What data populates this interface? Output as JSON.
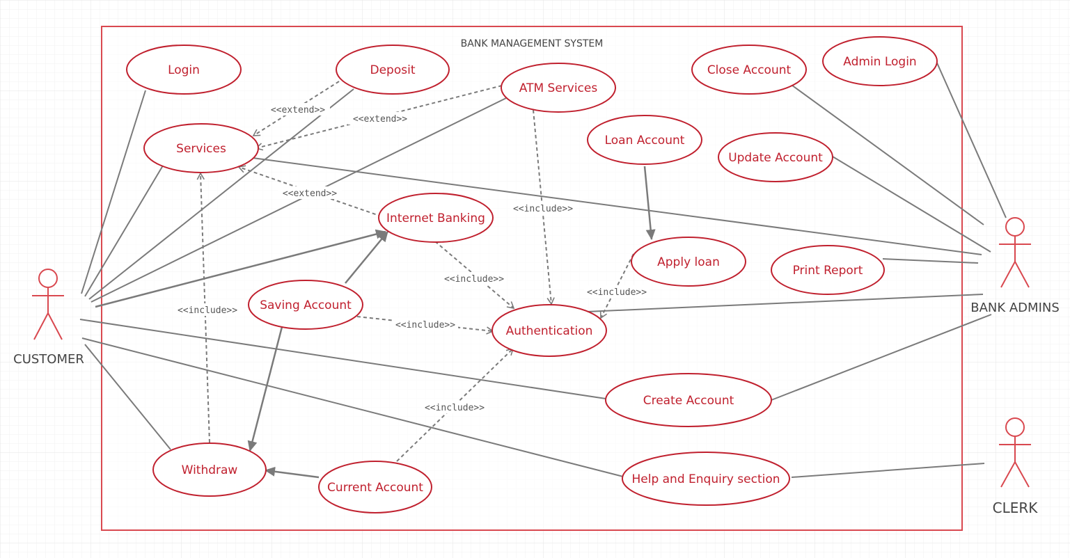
{
  "system": {
    "title": "BANK MANAGEMENT SYSTEM"
  },
  "actors": {
    "customer": "CUSTOMER",
    "admins": "BANK ADMINS",
    "clerk": "CLERK"
  },
  "use_cases": {
    "login": "Login",
    "deposit": "Deposit",
    "atm": "ATM Services",
    "close": "Close Account",
    "admin_login": "Admin Login",
    "services": "Services",
    "loan_account": "Loan Account",
    "update": "Update Account",
    "internet": "Internet Banking",
    "apply_loan": "Apply loan",
    "print_report": "Print Report",
    "saving": "Saving Account",
    "auth": "Authentication",
    "create": "Create Account",
    "withdraw": "Withdraw",
    "current": "Current Account",
    "help": "Help and Enquiry section"
  },
  "relations": {
    "extend": "<<extend>>",
    "include": "<<include>>"
  },
  "colors": {
    "accent": "#d9484f",
    "text": "#c0202e",
    "line": "#7a7a7a",
    "grid": "#eeeeee"
  }
}
